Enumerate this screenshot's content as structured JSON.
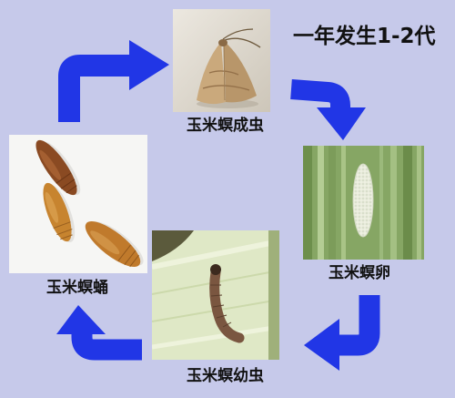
{
  "generation_note": "一年发生1-2代",
  "stages": [
    {
      "id": "adult",
      "label": "玉米螟成虫"
    },
    {
      "id": "egg",
      "label": "玉米螟卵"
    },
    {
      "id": "larva",
      "label": "玉米螟幼虫"
    },
    {
      "id": "pupa",
      "label": "玉米螟蛹"
    }
  ],
  "cycle_order": [
    "adult",
    "egg",
    "larva",
    "pupa"
  ],
  "colors": {
    "background": "#c6c9ea",
    "arrow": "#2136e6",
    "label": "#111111"
  }
}
